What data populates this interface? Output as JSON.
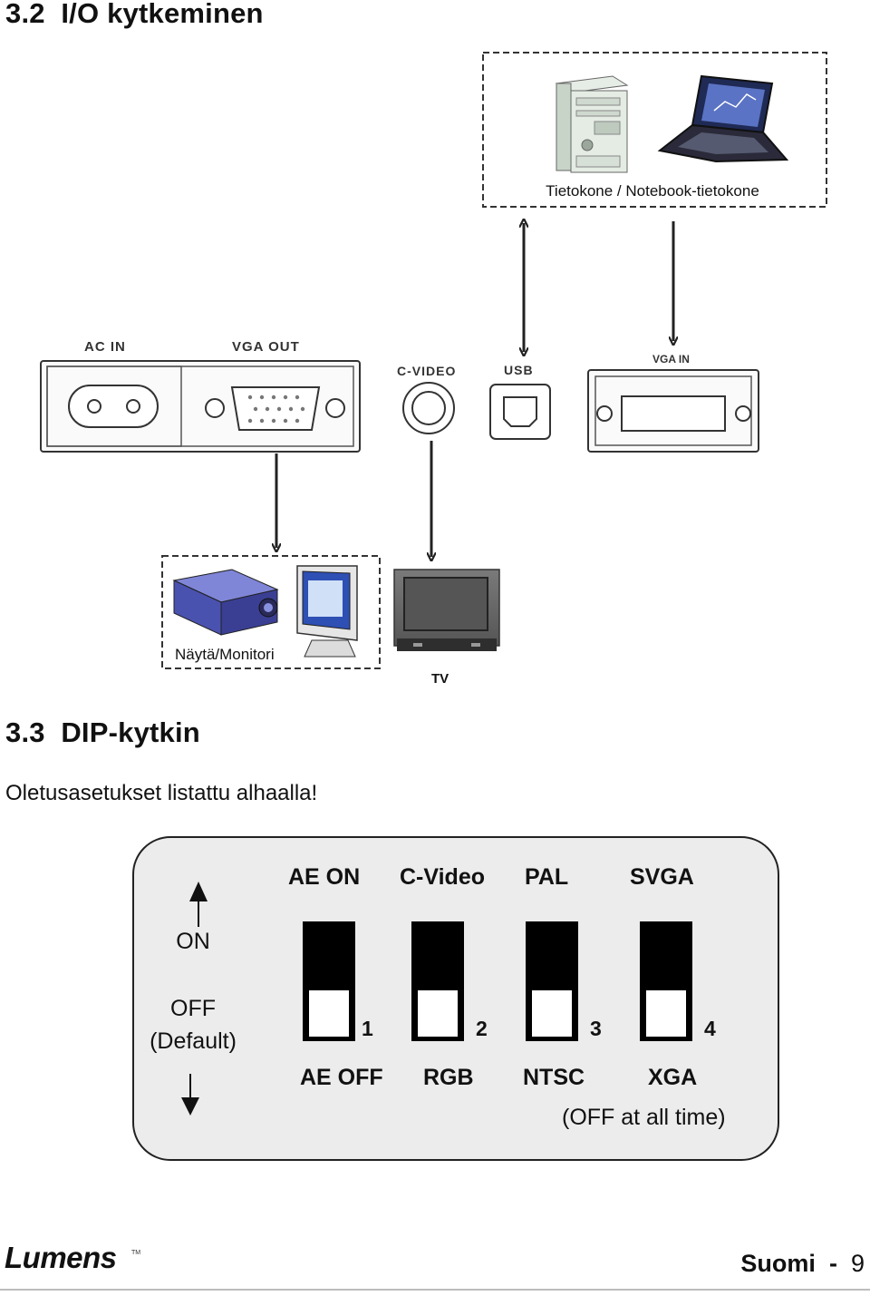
{
  "section_io": {
    "number": "3.2",
    "title": "I/O kytkeminen"
  },
  "devices": {
    "computer_label": "Tietokone / Notebook-tietokone",
    "display_label": "Näytä/Monitori",
    "tv_label": "TV"
  },
  "connectors": {
    "ac_in": "AC  IN",
    "vga_out": "VGA  OUT",
    "c_video": "C-VIDEO",
    "usb": "USB",
    "vga_in": "VGA IN"
  },
  "section_dip": {
    "number": "3.3",
    "title": "DIP-kytkin"
  },
  "dip_intro": "Oletusasetukset listattu alhaalla!",
  "dip": {
    "on_label": "ON",
    "off_label": "OFF",
    "default_label": "(Default)",
    "switches": [
      {
        "number": "1",
        "on": "AE ON",
        "off": "AE OFF"
      },
      {
        "number": "2",
        "on": "C-Video",
        "off": "RGB"
      },
      {
        "number": "3",
        "on": "PAL",
        "off": "NTSC"
      },
      {
        "number": "4",
        "on": "SVGA",
        "off": "XGA"
      }
    ],
    "note": "(OFF at all time)"
  },
  "footer": {
    "brand": "Lumens",
    "language": "Suomi",
    "separator": "-",
    "page": "9"
  }
}
